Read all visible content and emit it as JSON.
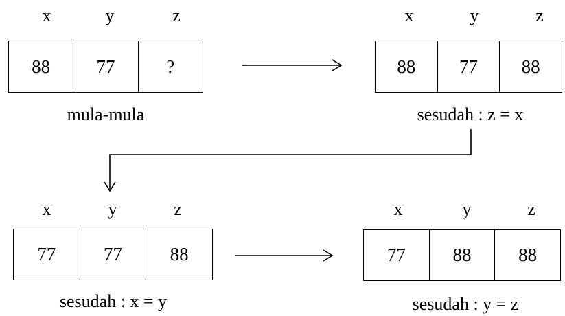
{
  "headers": [
    "x",
    "y",
    "z"
  ],
  "states": [
    {
      "values": [
        "88",
        "77",
        "?"
      ],
      "caption": "mula-mula"
    },
    {
      "values": [
        "88",
        "77",
        "88"
      ],
      "caption": "sesudah : z = x"
    },
    {
      "values": [
        "77",
        "77",
        "88"
      ],
      "caption": "sesudah : x = y"
    },
    {
      "values": [
        "77",
        "88",
        "88"
      ],
      "caption": "sesudah : y = z"
    }
  ]
}
